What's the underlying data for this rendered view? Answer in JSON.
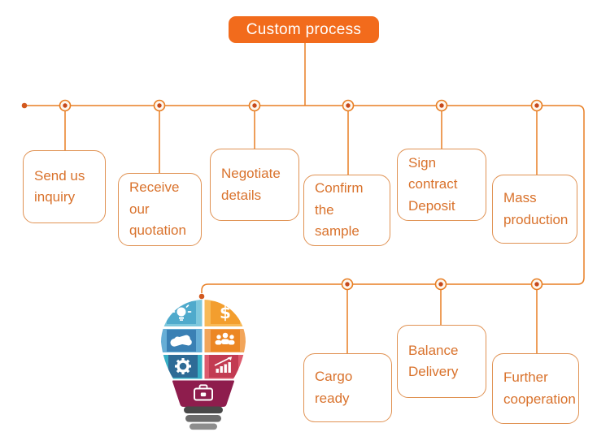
{
  "title": {
    "label": "Custom process"
  },
  "steps": [
    {
      "label": "Send us\ninquiry"
    },
    {
      "label": "Receive\nour\nquotation"
    },
    {
      "label": "Negotiate\ndetails"
    },
    {
      "label": "Confirm\nthe\nsample"
    },
    {
      "label": "Sign\ncontract\nDeposit"
    },
    {
      "label": "Mass\nproduction"
    },
    {
      "label": "Cargo\nready"
    },
    {
      "label": "Balance\nDelivery"
    },
    {
      "label": "Further\ncooperation"
    }
  ],
  "bulb": {
    "dollar_glyph": "$",
    "icons": [
      "idea-bulb",
      "dollar",
      "handshake",
      "team",
      "gear",
      "bar-chart",
      "briefcase"
    ]
  },
  "colors": {
    "title_bg": "#F26B1C",
    "line": "#E87E23",
    "box_border": "#E09253",
    "box_text": "#D9722C",
    "node_inner": "#C64A1C",
    "tile_idea_bg": "#7EC8DD",
    "tile_idea_sq": "#4FAACC",
    "tile_dollar_bg": "#F8B957",
    "tile_dollar_sq": "#F39E2E",
    "tile_handshake_bg": "#66AED6",
    "tile_handshake_sq": "#3A80B4",
    "tile_team_bg": "#F2A55A",
    "tile_team_sq": "#EC8724",
    "tile_gear_bg": "#38AFC5",
    "tile_gear_sq": "#2E6B96",
    "tile_chart_bg": "#DD5B6E",
    "tile_chart_sq": "#C23B52",
    "bulb_neck": "#8E1D4D",
    "base_bar1": "#484848",
    "base_bar2": "#6B6B6B",
    "base_bar3": "#8D8D8D"
  }
}
